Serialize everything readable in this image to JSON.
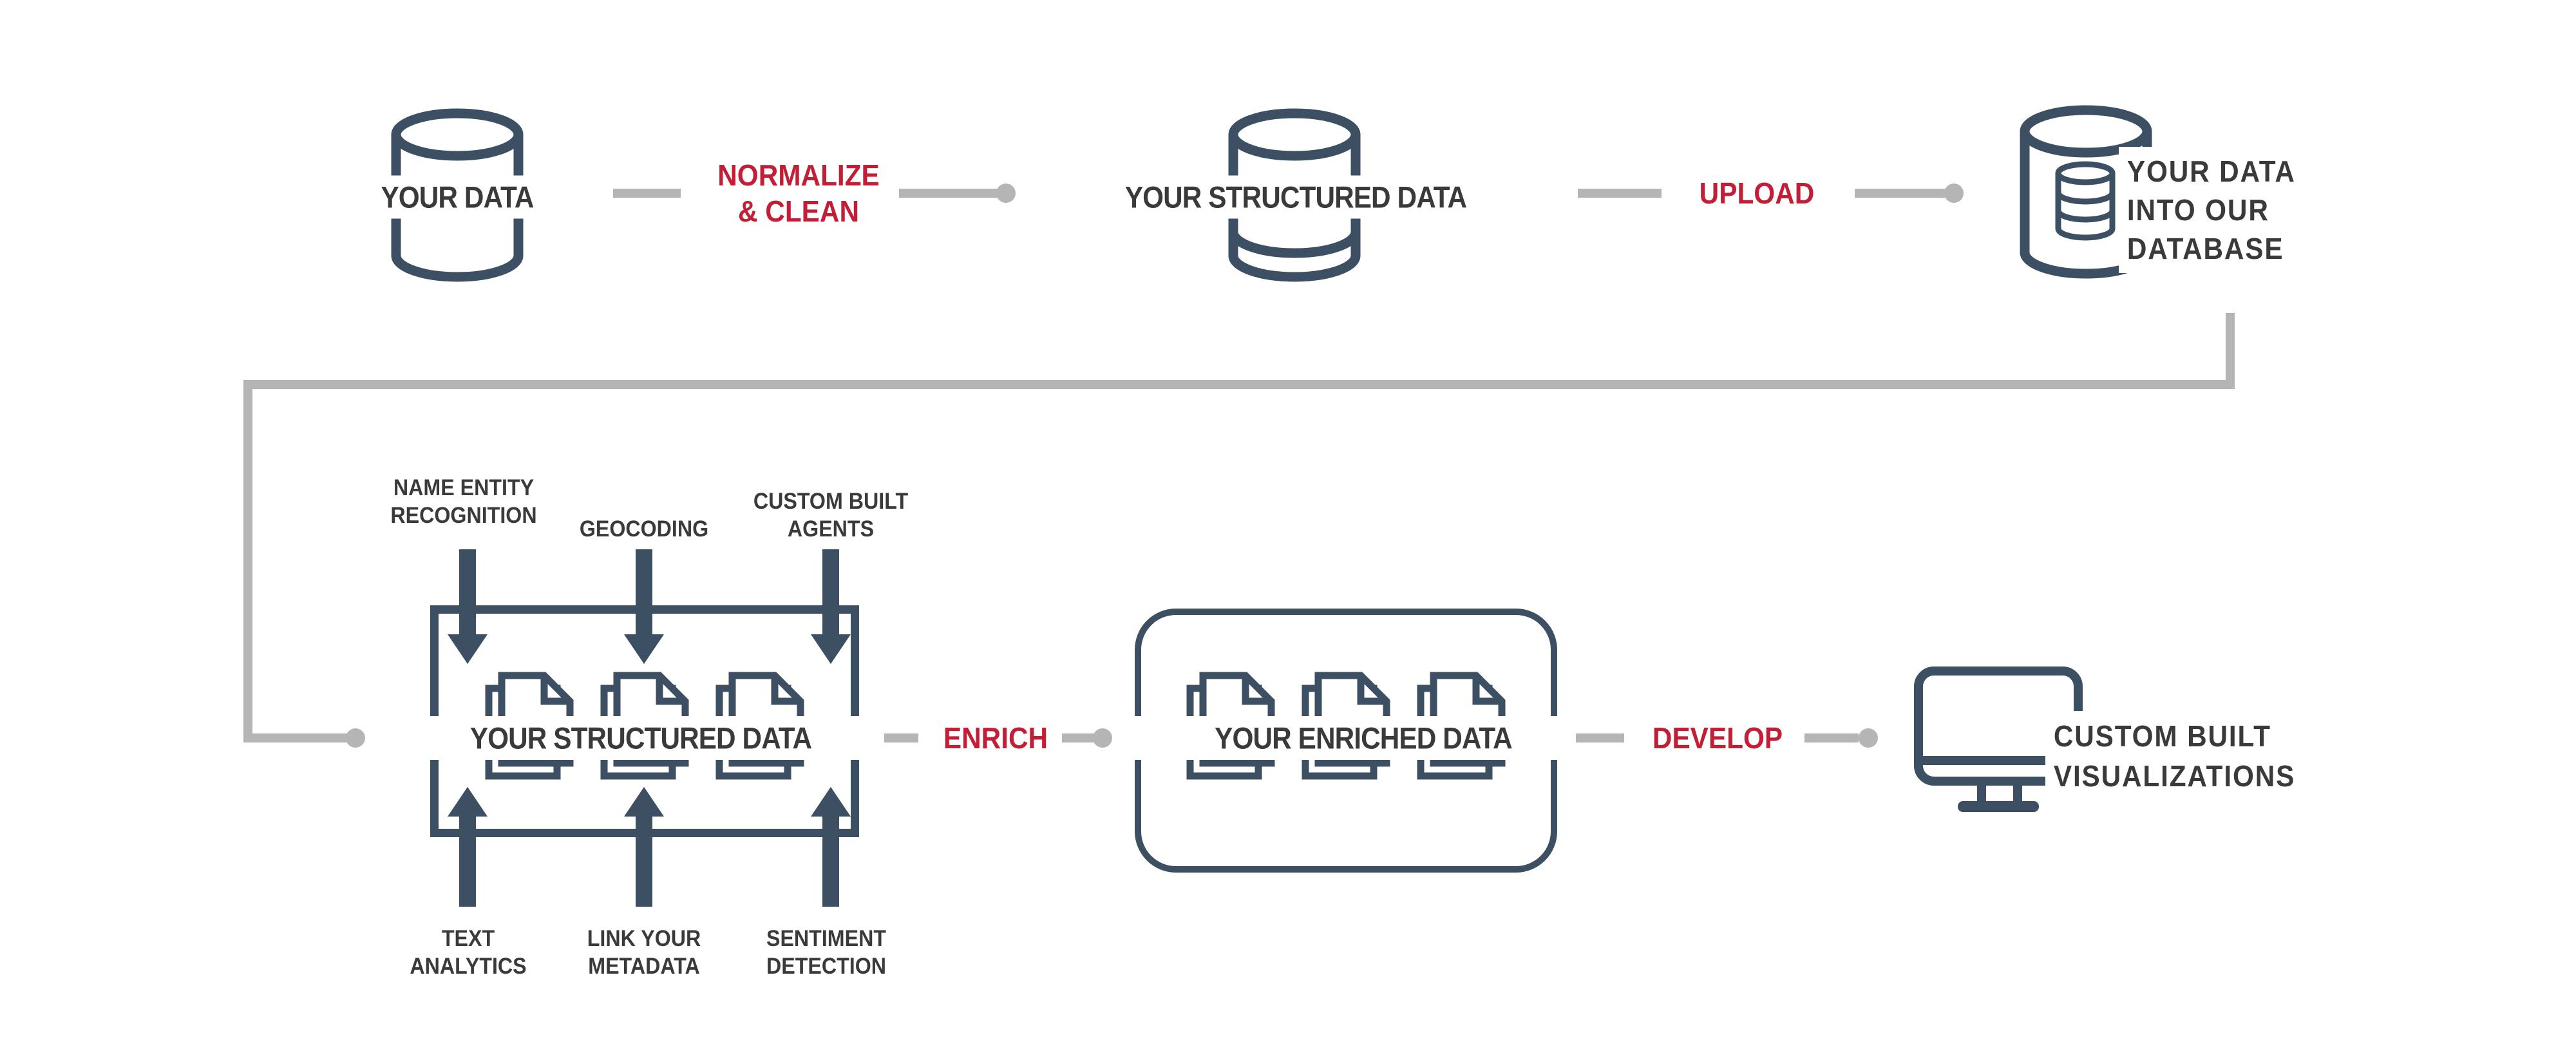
{
  "colors": {
    "navy": "#3d4f63",
    "red": "#c41e36",
    "gray": "#b5b5b5",
    "label_dark": "#3a3a3a",
    "background": "#ffffff"
  },
  "top_row": {
    "your_data": {
      "label": "YOUR DATA"
    },
    "normalize": {
      "lines": [
        "NORMALIZE",
        "& CLEAN"
      ]
    },
    "structured": {
      "label": "YOUR STRUCTURED DATA"
    },
    "upload": {
      "label": "UPLOAD"
    },
    "database": {
      "lines": [
        "YOUR DATA",
        "INTO OUR",
        "DATABASE"
      ]
    }
  },
  "bottom_row": {
    "top_inputs": [
      {
        "lines": [
          "NAME ENTITY",
          "RECOGNITION"
        ]
      },
      {
        "lines": [
          "GEOCODING"
        ]
      },
      {
        "lines": [
          "CUSTOM BUILT",
          "AGENTS"
        ]
      }
    ],
    "structured_box": {
      "label": "YOUR STRUCTURED DATA"
    },
    "bottom_inputs": [
      {
        "lines": [
          "TEXT",
          "ANALYTICS"
        ]
      },
      {
        "lines": [
          "LINK YOUR",
          "METADATA"
        ]
      },
      {
        "lines": [
          "SENTIMENT",
          "DETECTION"
        ]
      }
    ],
    "enrich": {
      "label": "ENRICH"
    },
    "enriched_box": {
      "label": "YOUR ENRICHED DATA"
    },
    "develop": {
      "label": "DEVELOP"
    },
    "visualizations": {
      "lines": [
        "CUSTOM BUILT",
        "VISUALIZATIONS"
      ]
    }
  }
}
